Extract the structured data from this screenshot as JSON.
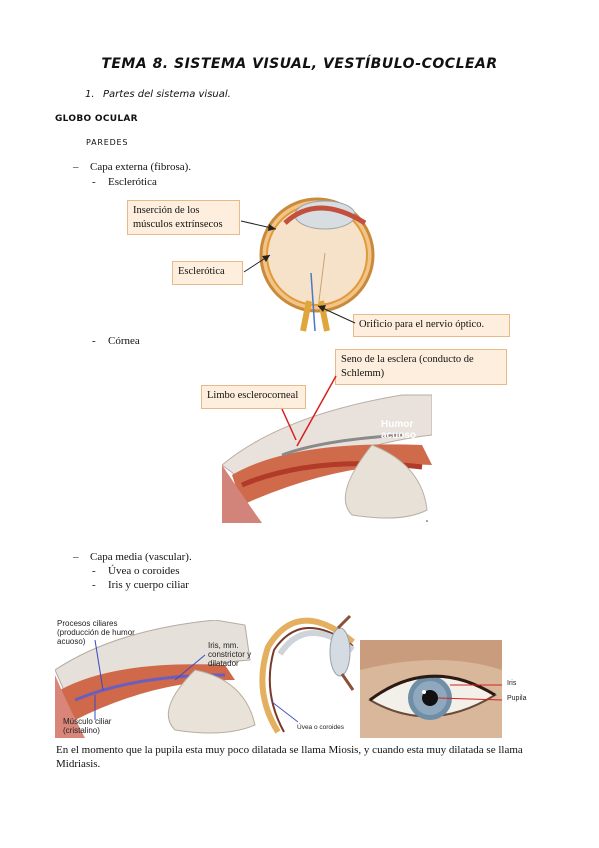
{
  "title": "TEMA 8. SISTEMA VISUAL, VESTÍBULO-COCLEAR",
  "section": {
    "number": "1.",
    "text": "Partes del sistema visual."
  },
  "heading_globo": "GLOBO OCULAR",
  "subheading_paredes": "PAREDES",
  "capa_externa": {
    "label": "Capa externa (fibrosa).",
    "items": [
      "Esclerótica",
      "Córnea"
    ]
  },
  "callouts_esclerotica": {
    "insercion": "Inserción de los músculos extrínsecos",
    "esclerotica": "Esclerótica",
    "orificio": "Orificio para el nervio óptico."
  },
  "callouts_cornea": {
    "seno": "Seno de la esclera (conducto de Schlemm)",
    "limbo": "Limbo esclerocorneal",
    "humor": "Humor acuoso"
  },
  "capa_media": {
    "label": "Capa media (vascular).",
    "items": [
      "Úvea o coroides",
      "Iris y cuerpo ciliar"
    ]
  },
  "figure_labels": {
    "procesos": "Procesos ciliares (producción de humor acuoso)",
    "iris_mm": "Iris, mm. constrictor y dilatador",
    "musculo_ciliar": "Músculo ciliar (cristalino)",
    "uvea": "Úvea o coroides",
    "iris": "Iris",
    "pupila": "Pupila"
  },
  "paragraph": "En el momento que la pupila esta muy poco dilatada se llama Miosis, y cuando esta muy dilatada se llama Midriasis.",
  "colors": {
    "callout_bg": "#fdeede",
    "callout_border": "#e8b98a",
    "arrow": "#d62020"
  }
}
